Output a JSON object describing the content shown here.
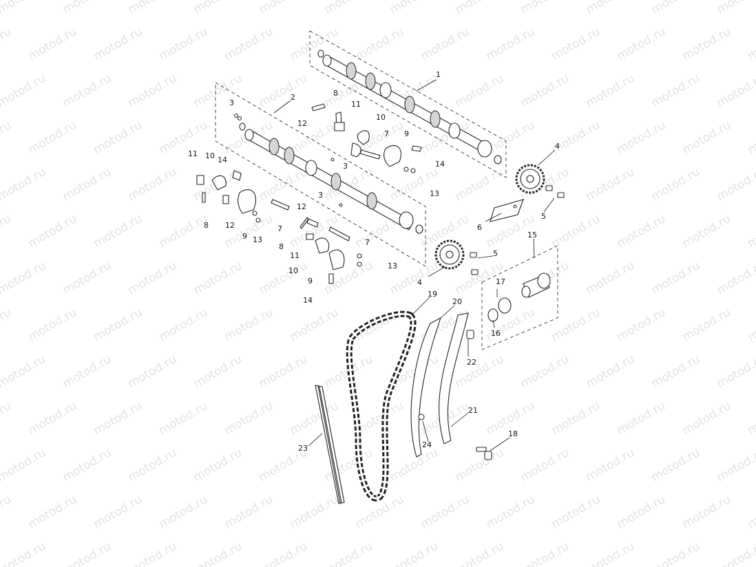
{
  "watermark": "motod.ru",
  "callouts": [
    {
      "id": "c1",
      "text": "1"
    },
    {
      "id": "c2",
      "text": "2"
    },
    {
      "id": "c3a",
      "text": "3"
    },
    {
      "id": "c3b",
      "text": "3"
    },
    {
      "id": "c3c",
      "text": "3"
    },
    {
      "id": "c4a",
      "text": "4"
    },
    {
      "id": "c4b",
      "text": "4"
    },
    {
      "id": "c5a",
      "text": "5"
    },
    {
      "id": "c5b",
      "text": "5"
    },
    {
      "id": "c6",
      "text": "6"
    },
    {
      "id": "c7a",
      "text": "7"
    },
    {
      "id": "c7b",
      "text": "7"
    },
    {
      "id": "c7c",
      "text": "7"
    },
    {
      "id": "c8a",
      "text": "8"
    },
    {
      "id": "c8b",
      "text": "8"
    },
    {
      "id": "c8c",
      "text": "8"
    },
    {
      "id": "c9a",
      "text": "9"
    },
    {
      "id": "c9b",
      "text": "9"
    },
    {
      "id": "c9c",
      "text": "9"
    },
    {
      "id": "c10a",
      "text": "10"
    },
    {
      "id": "c10b",
      "text": "10"
    },
    {
      "id": "c10c",
      "text": "10"
    },
    {
      "id": "c11a",
      "text": "11"
    },
    {
      "id": "c11b",
      "text": "11"
    },
    {
      "id": "c11c",
      "text": "11"
    },
    {
      "id": "c12a",
      "text": "12"
    },
    {
      "id": "c12b",
      "text": "12"
    },
    {
      "id": "c12c",
      "text": "12"
    },
    {
      "id": "c13a",
      "text": "13"
    },
    {
      "id": "c13b",
      "text": "13"
    },
    {
      "id": "c13c",
      "text": "13"
    },
    {
      "id": "c14a",
      "text": "14"
    },
    {
      "id": "c14b",
      "text": "14"
    },
    {
      "id": "c14c",
      "text": "14"
    },
    {
      "id": "c15",
      "text": "15"
    },
    {
      "id": "c16",
      "text": "16"
    },
    {
      "id": "c17",
      "text": "17"
    },
    {
      "id": "c18",
      "text": "18"
    },
    {
      "id": "c19",
      "text": "19"
    },
    {
      "id": "c20",
      "text": "20"
    },
    {
      "id": "c21",
      "text": "21"
    },
    {
      "id": "c22",
      "text": "22"
    },
    {
      "id": "c23",
      "text": "23"
    },
    {
      "id": "c24",
      "text": "24"
    }
  ]
}
